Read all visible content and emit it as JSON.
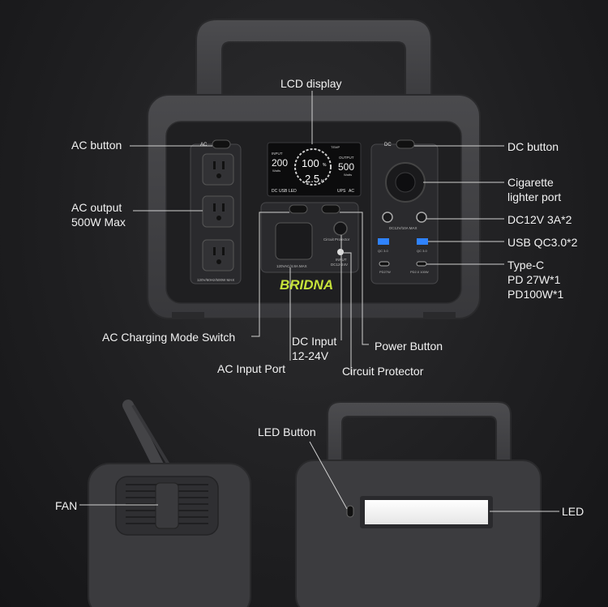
{
  "callouts": {
    "lcd_display": "LCD display",
    "ac_button": "AC button",
    "ac_output_line1": "AC output",
    "ac_output_line2": "500W Max",
    "dc_button": "DC button",
    "cigarette_line1": "Cigarette",
    "cigarette_line2": "lighter port",
    "dc12v": "DC12V 3A*2",
    "usb_qc": "USB QC3.0*2",
    "type_c_line1": "Type-C",
    "type_c_line2": "PD 27W*1",
    "type_c_line3": "PD100W*1",
    "ac_charging_switch": "AC Charging Mode Switch",
    "dc_input_line1": "DC Input",
    "dc_input_line2": "12-24V",
    "power_button": "Power Button",
    "ac_input_port": "AC Input Port",
    "circuit_protector": "Circuit Protector",
    "fan": "FAN",
    "led_button": "LED Button",
    "led": "LED"
  },
  "device": {
    "brand": "BRIDNA",
    "panel_ac": "AC",
    "panel_dc": "DC",
    "ac_rating": "120V/60Hz/500W MAX",
    "dc_rating": "DC12V/10A MAX",
    "ac_input_rating": "120VAC/4.8A MAX",
    "circuit_protector_label": "Circuit Protector",
    "input_label": "INPUT",
    "input_rating": "DC12-24V",
    "usb_label_1": "QC 3.0",
    "usb_label_2": "QC 3.0",
    "typec_label_1": "PD27W",
    "typec_label_2": "PD2.0 100W"
  },
  "lcd": {
    "input_label": "INPUT",
    "input_value": "200",
    "input_unit": "Watts",
    "output_label": "OUTPUT",
    "output_value": "500",
    "output_unit": "Watts",
    "battery_value": "100",
    "battery_unit": "%",
    "time_value": "2.5",
    "time_unit": "H",
    "temp_label": "TEMP",
    "status_dc": "DC",
    "status_usb": "USB",
    "status_led": "LED",
    "status_ups": "UPS",
    "status_ac": "AC"
  }
}
